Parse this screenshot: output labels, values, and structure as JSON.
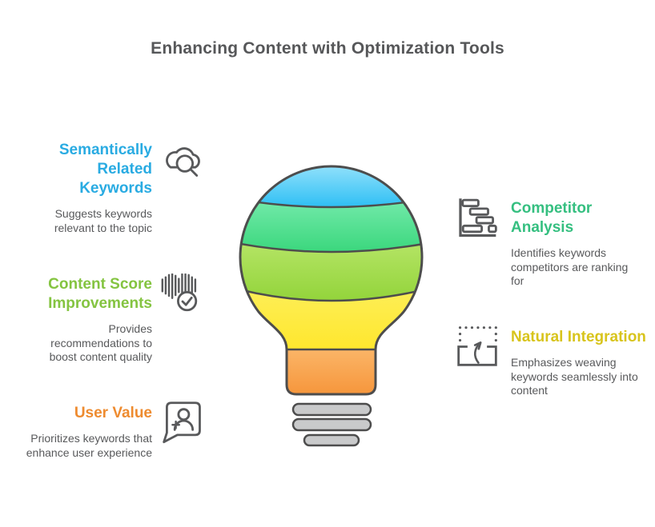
{
  "title": "Enhancing Content with Optimization Tools",
  "items": {
    "left": [
      {
        "heading": "Semantically Related Keywords",
        "description": "Suggests keywords relevant to the topic",
        "color": "#29ABE2",
        "icon": "cloud-search-icon"
      },
      {
        "heading": "Content Score Improvements",
        "description": "Provides recommendations to boost content quality",
        "color": "#84C441",
        "icon": "waveform-check-icon"
      },
      {
        "heading": "User Value",
        "description": "Prioritizes keywords that enhance user experience",
        "color": "#EE8B2F",
        "icon": "user-plus-bubble-icon"
      }
    ],
    "right": [
      {
        "heading": "Competitor Analysis",
        "description": "Identifies keywords competitors are ranking for",
        "color": "#35BF80",
        "icon": "gantt-chart-icon"
      },
      {
        "heading": "Natural Integration",
        "description": "Emphasizes weaving keywords seamlessly into content",
        "color": "#D8C41C",
        "icon": "content-insert-icon"
      }
    ]
  },
  "bulb": {
    "segment_colors": [
      "#3AC4F4",
      "#4ADC86",
      "#9FD947",
      "#FFE93B",
      "#F89C42"
    ],
    "base_thread_color": "#C9CACB",
    "outline_color": "#4D4D4D"
  },
  "text_color": "#58595B"
}
